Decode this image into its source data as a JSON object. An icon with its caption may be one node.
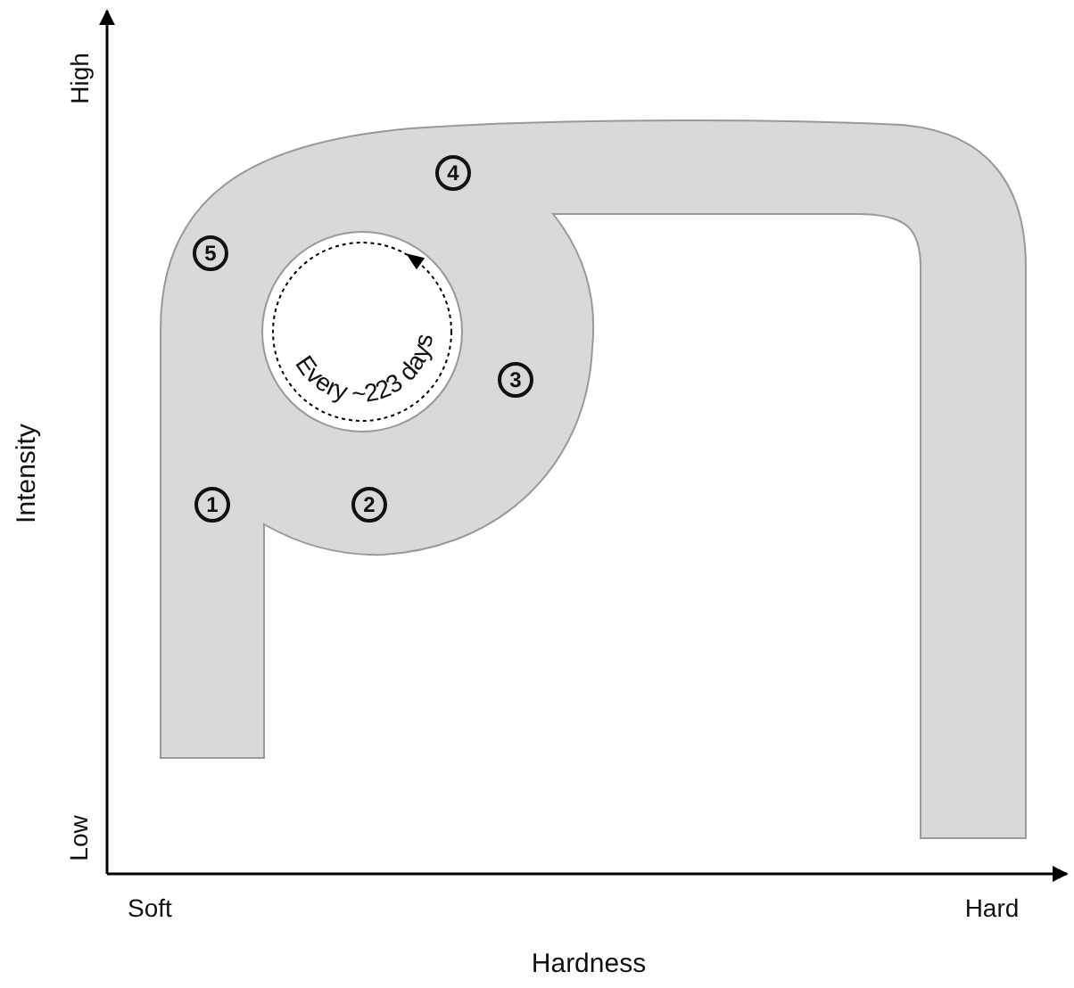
{
  "diagram": {
    "labels": [
      "High",
      "4",
      "5",
      "Every ~223 days",
      "3",
      "1",
      "2",
      "Intensity",
      "Low",
      "Soft",
      "Hard",
      "Hardness"
    ]
  }
}
